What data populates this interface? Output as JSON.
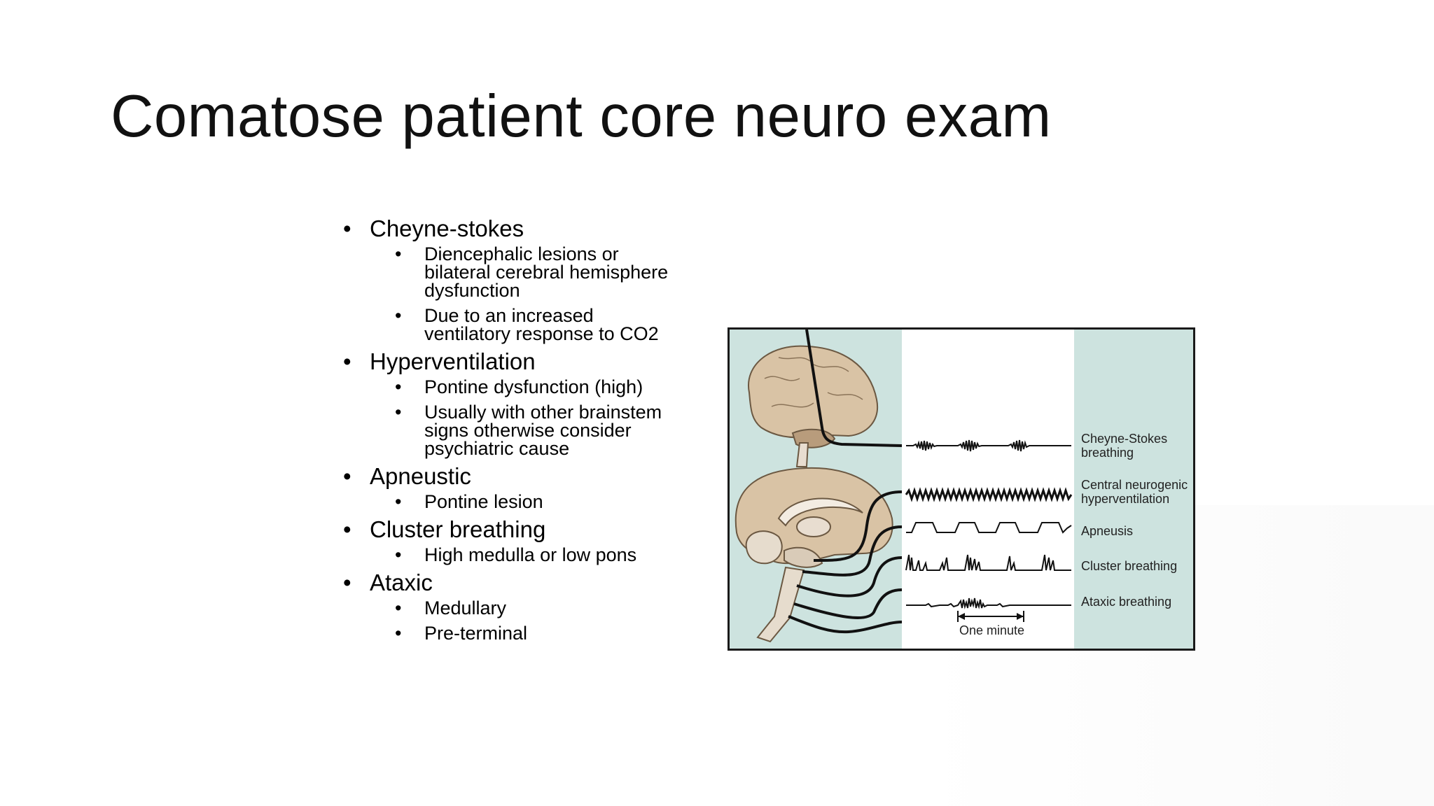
{
  "slide": {
    "title": "Comatose patient core neuro exam",
    "bullets": [
      {
        "text": "Cheyne-stokes",
        "sub": [
          "Diencephalic lesions or bilateral cerebral hemisphere dysfunction",
          "Due to an increased ventilatory response to CO2"
        ]
      },
      {
        "text": "Hyperventilation",
        "sub": [
          "Pontine dysfunction (high)",
          "Usually with other brainstem signs otherwise consider psychiatric cause"
        ]
      },
      {
        "text": "Apneustic",
        "sub": [
          "Pontine lesion"
        ]
      },
      {
        "text": "Cluster breathing",
        "sub": [
          "High medulla or low pons"
        ]
      },
      {
        "text": "Ataxic",
        "sub": [
          "Medullary",
          "Pre-terminal"
        ]
      }
    ]
  },
  "figure": {
    "labels": [
      "Cheyne-Stokes breathing",
      "Central neurogenic hyperventilation",
      "Apneusis",
      "Cluster breathing",
      "Ataxic breathing"
    ],
    "scale_label": "One minute",
    "colors": {
      "panel": "#cde3df",
      "brain": "#d9c3a5",
      "brain_dark": "#b89c7c",
      "trace": "#111111"
    }
  }
}
